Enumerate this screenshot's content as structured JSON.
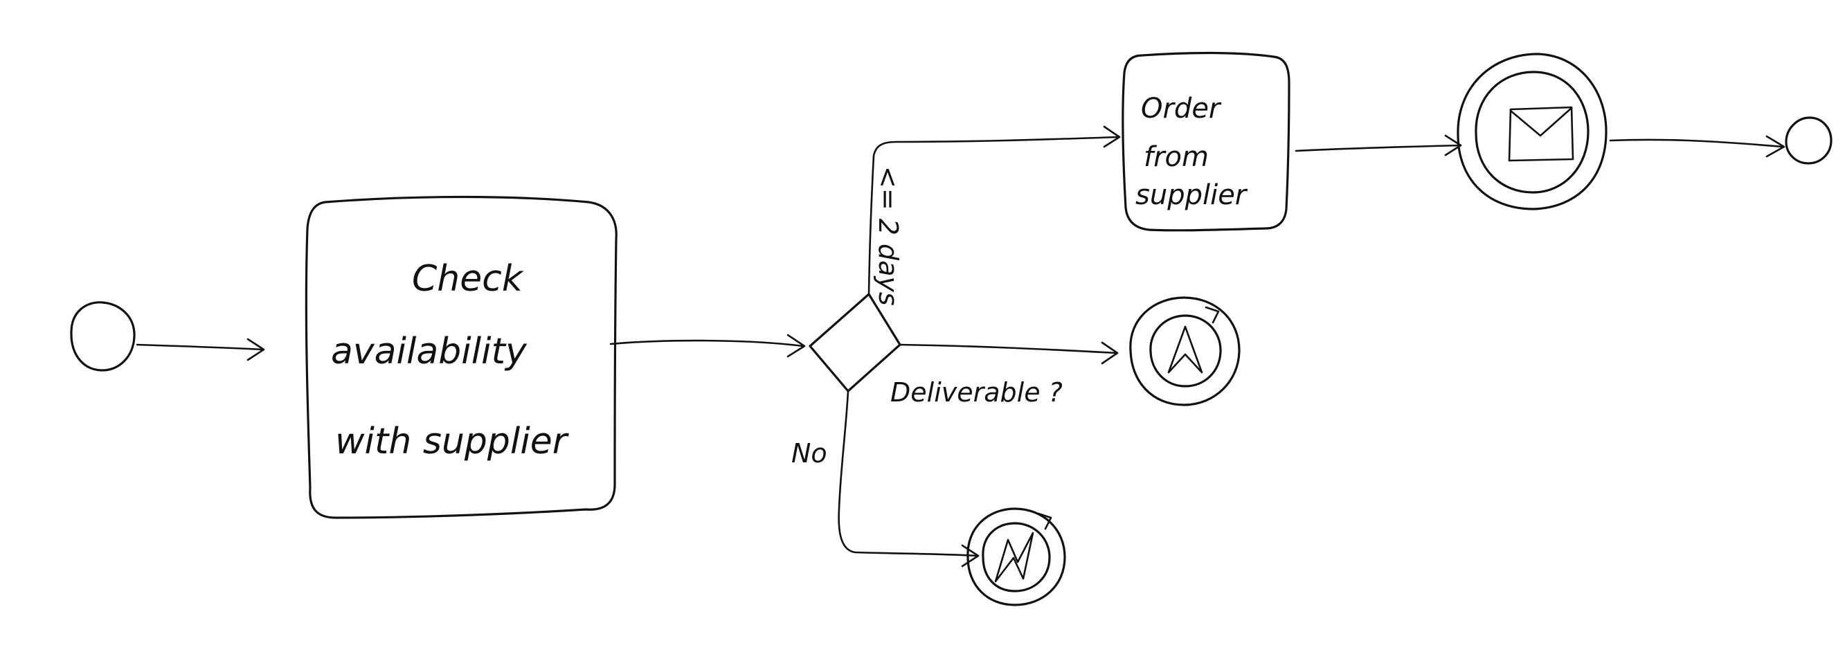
{
  "diagram": {
    "task_check": {
      "line1": "Check",
      "line2": "availability",
      "line3": "with supplier"
    },
    "task_order": {
      "line1": "Order",
      "line2": "from",
      "line3": "supplier"
    },
    "labels": {
      "le_2_days": "<= 2 days",
      "deliverable": "Deliverable ?",
      "no": "No"
    },
    "icons": {
      "start_event": "start-event-circle",
      "gateway": "exclusive-gateway-diamond",
      "message_event": "envelope",
      "escalation_event": "escalation-arrow",
      "error_event": "lightning-bolt",
      "end_event": "end-event-circle"
    }
  }
}
